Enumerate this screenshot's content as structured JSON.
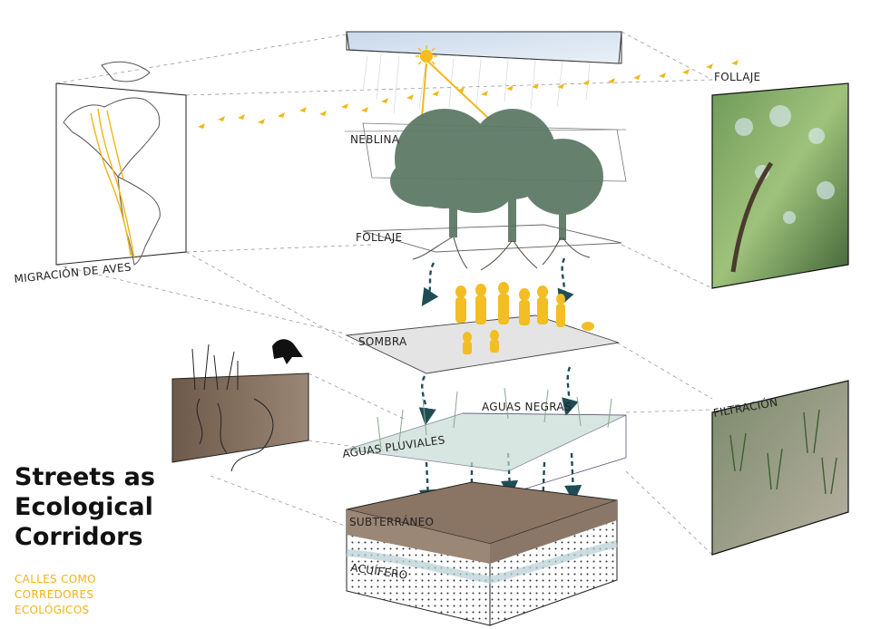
{
  "title_lines": [
    "Streets as",
    "Ecological",
    "Corridors"
  ],
  "subtitle_lines": [
    "CALLES COMO",
    "CORREDORES",
    "ECOLÓGICOS"
  ],
  "labels": {
    "neblina": "NEBLINA",
    "follaje_layer": "FOLLAJE",
    "follaje_photo": "FOLLAJE",
    "migracion": "MIGRACIÓN DE AVES",
    "sombra": "SOMBRA",
    "aguas_negras": "AGUAS NEGRAS",
    "aguas_pluviales": "AGUAS PLUVIALES",
    "filtracion": "FILTRACIÓN",
    "subterraneo": "SUBTERRÁNEO",
    "acuifero": "ACUÍFERO"
  },
  "colors": {
    "accent_yellow": "#f0b418",
    "tree_green": "#5d7a66",
    "arrow_teal": "#1f4d55",
    "text_dark": "#222222"
  }
}
